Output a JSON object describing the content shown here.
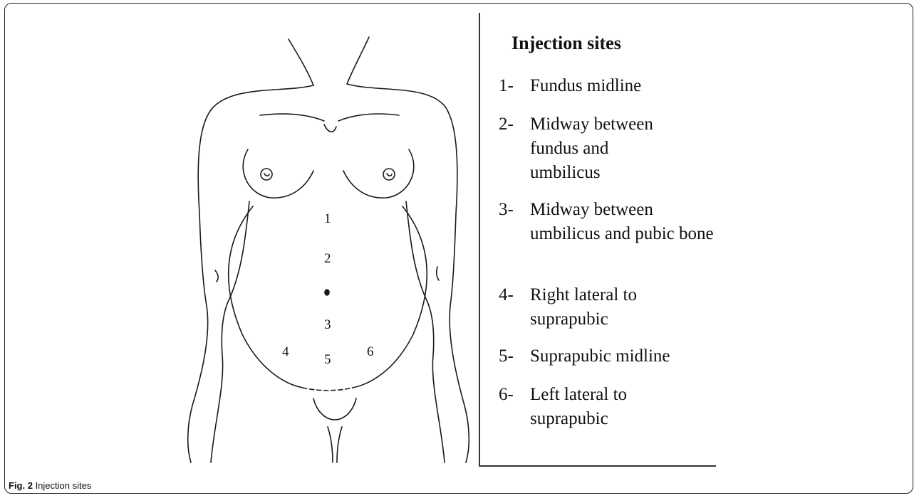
{
  "figure": {
    "site_numbers": [
      "1",
      "2",
      "3",
      "4",
      "5",
      "6"
    ],
    "legend": {
      "title": "Injection sites",
      "items": [
        {
          "num": "1-",
          "text": "Fundus midline"
        },
        {
          "num": "2-",
          "text": "Midway between fundus and umbilicus"
        },
        {
          "num": "3-",
          "text": "Midway between umbilicus and pubic bone"
        },
        {
          "num": "4-",
          "text": "Right lateral to suprapubic"
        },
        {
          "num": "5-",
          "text": "Suprapubic midline"
        },
        {
          "num": "6-",
          "text": "Left lateral to suprapubic"
        }
      ]
    },
    "caption": {
      "label": "Fig. 2",
      "text": " Injection sites"
    }
  }
}
